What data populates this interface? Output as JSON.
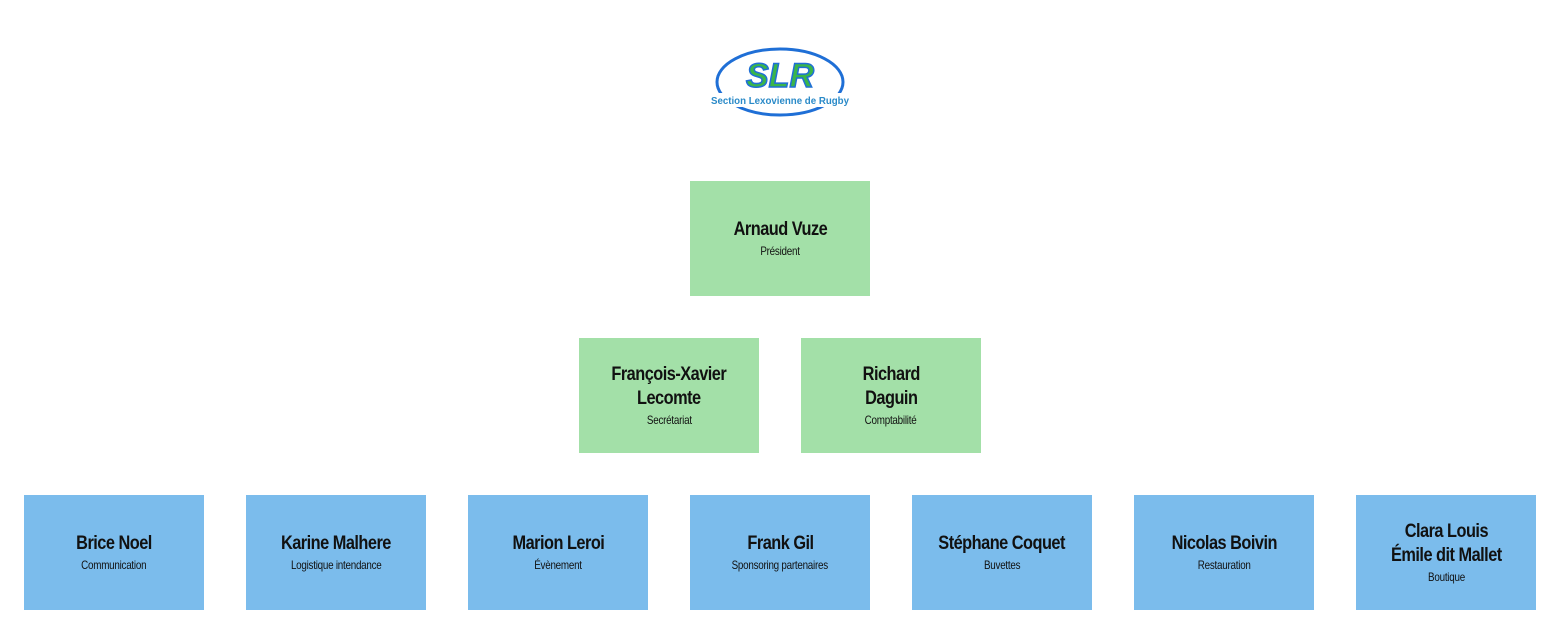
{
  "logo": {
    "initials": "SLR",
    "subtitle": "Section Lexovienne de Rugby",
    "colors": {
      "ring": "#1f6fd6",
      "green": "#3ab54a",
      "blue": "#1f6fd6"
    }
  },
  "colors": {
    "board": "#a3e0a8",
    "staff": "#7bbcec"
  },
  "org": {
    "president": {
      "name": "Arnaud Vuze",
      "role": "Président"
    },
    "secretary": {
      "name_line1": "François-Xavier",
      "name_line2": "Lecomte",
      "role": "Secrétariat"
    },
    "treasurer": {
      "name_line1": "Richard",
      "name_line2": "Daguin",
      "role": "Comptabilité"
    },
    "members": [
      {
        "name": "Brice Noel",
        "role": "Communication"
      },
      {
        "name": "Karine Malhere",
        "role": "Logistique intendance"
      },
      {
        "name": "Marion Leroi",
        "role": "Évènement"
      },
      {
        "name": "Frank Gil",
        "role": "Sponsoring partenaires"
      },
      {
        "name": "Stéphane Coquet",
        "role": "Buvettes"
      },
      {
        "name": "Nicolas Boivin",
        "role": "Restauration"
      },
      {
        "name_line1": "Clara Louis",
        "name_line2": "Émile dit Mallet",
        "role": "Boutique"
      }
    ]
  }
}
